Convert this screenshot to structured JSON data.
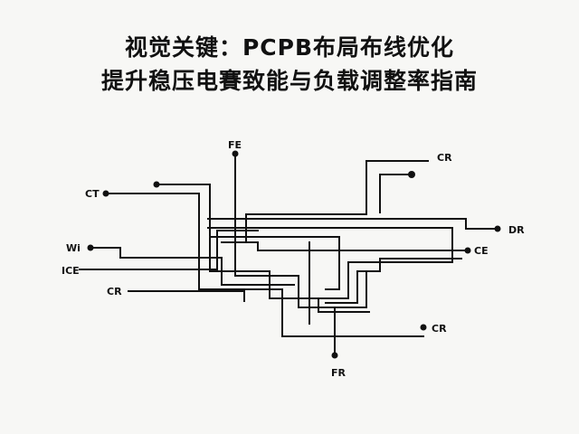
{
  "title": {
    "line1": "视觉关键：PCPB布局布线优化",
    "line2": "提升稳压电賽致能与负载调整率指南"
  },
  "labels": {
    "fe": "FE",
    "cr_top": "CR",
    "ct": "CT",
    "dr": "DR",
    "wi": "Wi",
    "ce": "CE",
    "ice": "ICE",
    "cr_left": "CR",
    "cr_bottom": "CR",
    "fr": "FR"
  },
  "colors": {
    "ink": "#111111",
    "background": "#f7f7f5"
  }
}
